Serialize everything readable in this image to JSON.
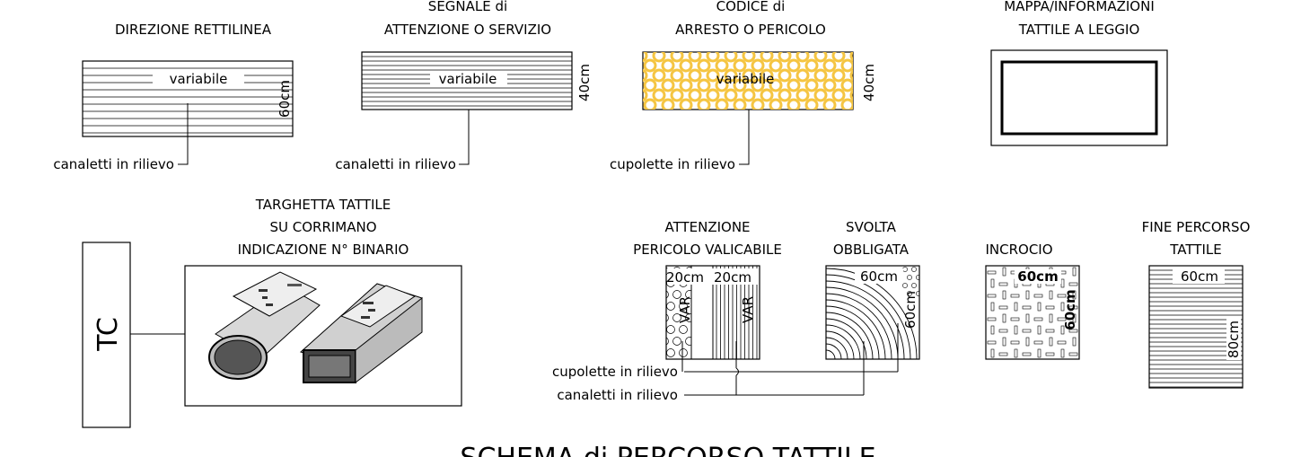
{
  "title": "SCHEMA di PERCORSO TATTILE",
  "top_row": {
    "direzione": {
      "title": "DIREZIONE RETTILINEA",
      "center_label": "variabile",
      "dim": "60cm",
      "callout": "canaletti in rilievo"
    },
    "segnale": {
      "title_line1": "SEGNALE di",
      "title_line2": "ATTENZIONE O SERVIZIO",
      "center_label": "variabile",
      "dim": "40cm",
      "callout": "canaletti in rilievo"
    },
    "codice": {
      "title_line1": "CODICE di",
      "title_line2": "ARRESTO O PERICOLO",
      "center_label": "variabile",
      "dim": "40cm",
      "callout": "cupolette in rilievo"
    },
    "mappa": {
      "title_line1": "MAPPA/INFORMAZIONI",
      "title_line2": "TATTILE A LEGGIO"
    }
  },
  "bottom_row": {
    "tc": {
      "label": "TC"
    },
    "targhetta": {
      "title_line1": "TARGHETTA TATTILE",
      "title_line2": "SU CORRIMANO",
      "title_line3": "INDICAZIONE N° BINARIO"
    },
    "attenzione": {
      "title_line1": "ATTENZIONE",
      "title_line2": "PERICOLO VALICABILE",
      "dim_left": "20cm",
      "dim_right": "20cm",
      "var_left": "VAR",
      "var_right": "VAR"
    },
    "svolta": {
      "title_line1": "SVOLTA",
      "title_line2": "OBBLIGATA",
      "dim_top": "60cm",
      "dim_side": "60cm"
    },
    "incrocio": {
      "title": "INCROCIO",
      "dim_top": "60cm",
      "dim_side": "60cm"
    },
    "fine": {
      "title_line1": "FINE PERCORSO",
      "title_line2": "TATTILE",
      "dim_top": "60cm",
      "dim_side": "80cm"
    },
    "callouts": {
      "cupolette": "cupolette in rilievo",
      "canaletti": "canaletti in rilievo"
    }
  },
  "colors": {
    "dome_fill": "#f5c542",
    "dome_stroke": "#e0a800",
    "line": "#000000"
  }
}
